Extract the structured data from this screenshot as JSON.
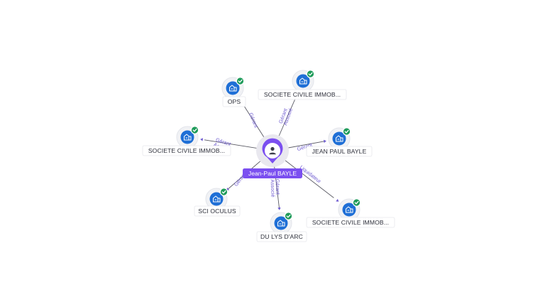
{
  "center": {
    "name": "Jean-Paul BAYLE",
    "icon": "person-icon",
    "colors": {
      "pin": "#7b4ff0",
      "label_bg": "#7b4ff0",
      "label_text": "#ffffff"
    }
  },
  "colors": {
    "company_icon": "#1f6fd6",
    "verified_badge": "#1f9b5a",
    "relation_text": "#6f5cd1",
    "edge": "#5a5a64"
  },
  "nodes": [
    {
      "id": "ops",
      "label": "OPS",
      "relations": [
        "Gérant"
      ],
      "icon": "building-icon",
      "verified": true
    },
    {
      "id": "sci-top",
      "label": "SOCIETE CIVILE IMMOB...",
      "relations": [
        "Gérant",
        "Associé"
      ],
      "icon": "building-icon",
      "verified": true
    },
    {
      "id": "jpb",
      "label": "JEAN PAUL BAYLE",
      "relations": [
        "Gérant"
      ],
      "icon": "building-icon",
      "verified": true
    },
    {
      "id": "sci-right",
      "label": "SOCIETE CIVILE IMMOB...",
      "relations": [
        "Liquidateur"
      ],
      "icon": "building-icon",
      "verified": true
    },
    {
      "id": "dulys",
      "label": "DU LYS D'ARC",
      "relations": [
        "Gérant",
        "Associé"
      ],
      "icon": "building-icon",
      "verified": true
    },
    {
      "id": "oculus",
      "label": "SCI OCULUS",
      "relations": [
        "Gérant"
      ],
      "icon": "building-icon",
      "verified": true
    },
    {
      "id": "sci-left",
      "label": "SOCIETE CIVILE IMMOB...",
      "relations": [
        "Gérant",
        "Associé"
      ],
      "icon": "building-icon",
      "verified": true
    }
  ]
}
